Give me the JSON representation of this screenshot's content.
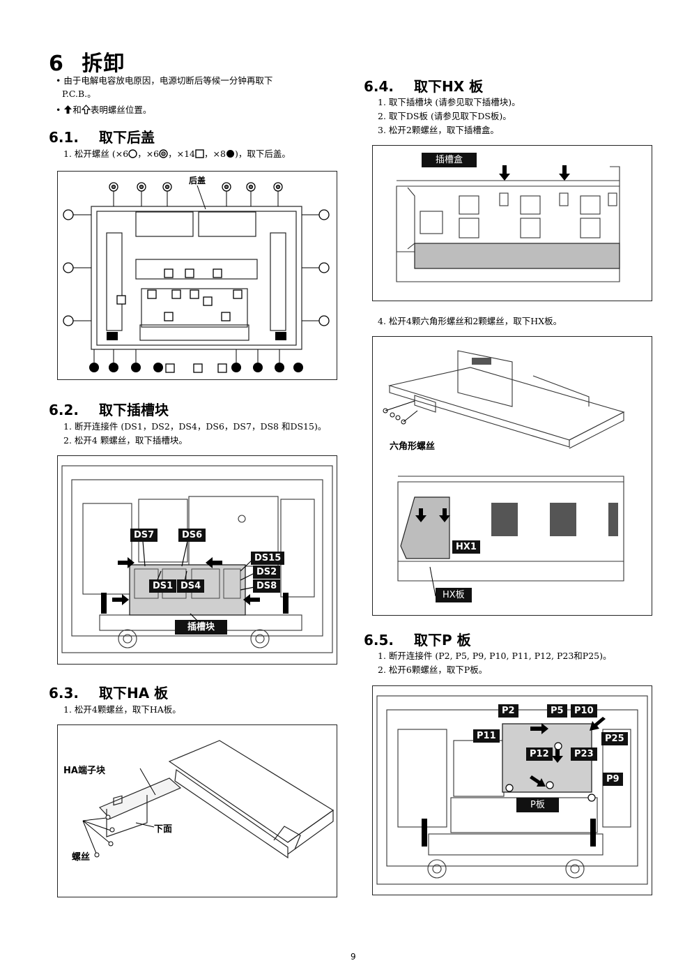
{
  "chapter": {
    "num": "6",
    "title": "拆卸"
  },
  "notes": [
    {
      "text": "由于电解电容放电原因，电源切断后等候一分钟再取下"
    },
    {
      "text": "P.C.B.。"
    },
    {
      "join": "和",
      "suffix": "表明螺丝位置。"
    }
  ],
  "s61": {
    "num": "6.1.",
    "title": "取下后盖",
    "step1": {
      "a": "1. 松开螺丝 (×6",
      "b": "，×6",
      "c": "，×14",
      "d": "，×8",
      "e": ")，取下后盖。"
    },
    "fig_label": "后盖"
  },
  "s62": {
    "num": "6.2.",
    "title": "取下插槽块",
    "steps": [
      "1. 断开连接件 (DS1，DS2，DS4，DS6，DS7，DS8 和DS15)。",
      "2. 松开4 颗螺丝，取下插槽块。"
    ],
    "tags": [
      "DS7",
      "DS6",
      "DS15",
      "DS2",
      "DS1",
      "DS4",
      "DS8",
      "插槽块"
    ]
  },
  "s63": {
    "num": "6.3.",
    "title": "取下HA 板",
    "steps": [
      "1. 松开4颗螺丝，取下HA板。"
    ],
    "labels": [
      "HA端子块",
      "下面",
      "螺丝"
    ]
  },
  "s64": {
    "num": "6.4.",
    "title": "取下HX 板",
    "steps": [
      "1. 取下插槽块 (请参见取下插槽块)。",
      "2. 取下DS板 (请参见取下DS板)。",
      "3. 松开2颗螺丝，取下插槽盒。"
    ],
    "step4": "4. 松开4颗六角形螺丝和2颗螺丝，取下HX板。",
    "tag_box": "插槽盒",
    "hex_label": "六角形螺丝",
    "tags": [
      "HX1",
      "HX板"
    ]
  },
  "s65": {
    "num": "6.5.",
    "title": "取下P 板",
    "steps": [
      "1. 断开连接件 (P2, P5, P9, P10, P11, P12, P23和P25)。",
      "2. 松开6颗螺丝，取下P板。"
    ],
    "tags": [
      "P2",
      "P5",
      "P10",
      "P11",
      "P25",
      "P12",
      "P23",
      "P9",
      "P板"
    ]
  },
  "page_number": "9"
}
